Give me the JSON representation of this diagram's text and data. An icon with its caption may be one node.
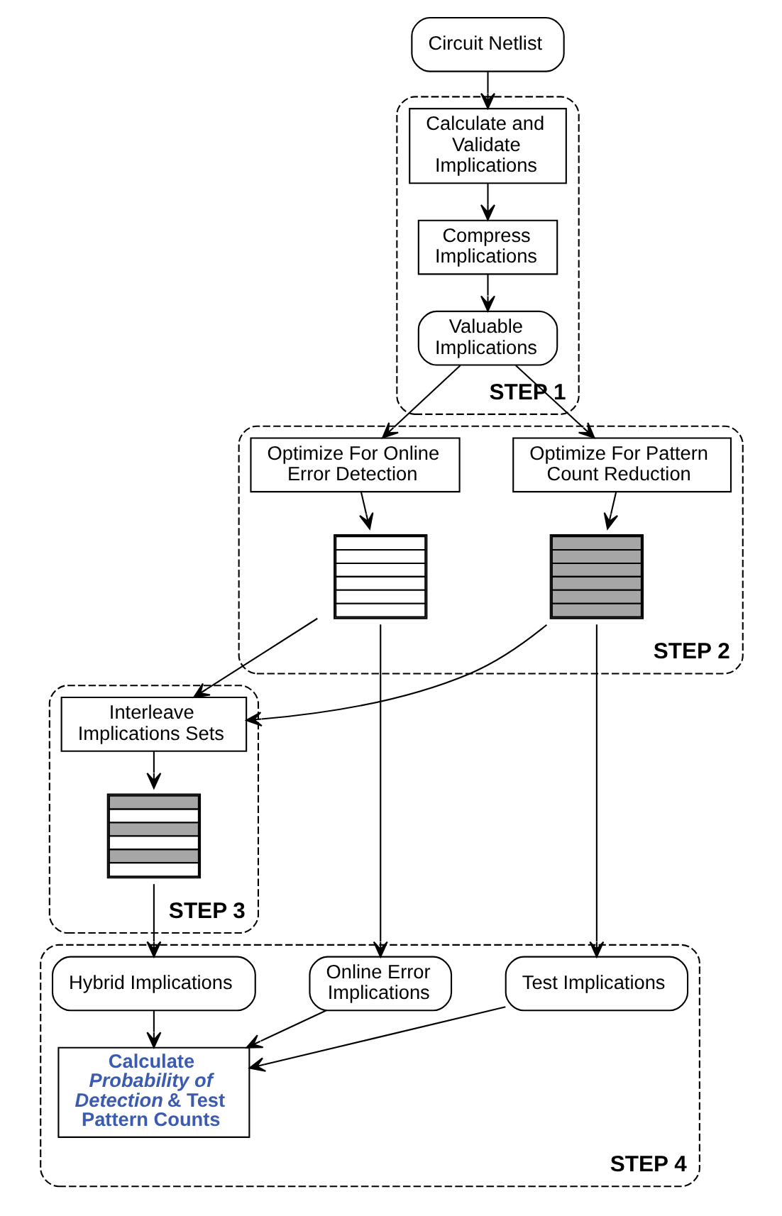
{
  "diagram": {
    "nodes": [
      {
        "text": [
          "Circuit Netlist"
        ]
      },
      {
        "text": [
          "STEP 1"
        ]
      },
      {
        "text": [
          "Calculate and Validate Implications"
        ],
        "in": 1
      },
      {
        "text": [
          "Compress Implications"
        ],
        "in": 1
      },
      {
        "text": [
          "Valuable Implications"
        ],
        "in": 1
      },
      {
        "text": [
          "STEP 2"
        ]
      },
      {
        "text": [
          "Optimize For Online Error Detection"
        ],
        "in": 5
      },
      {
        "text": [
          "Optimize For Pattern Count Reduction"
        ],
        "in": 5
      },
      {
        "text": [],
        "shape": "picture",
        "in": 5
      },
      {
        "text": [],
        "shape": "picture",
        "in": 5
      },
      {
        "text": [
          "STEP 3"
        ]
      },
      {
        "text": [
          "Interleave Implications Sets"
        ],
        "in": 10
      },
      {
        "text": [],
        "shape": "picture",
        "in": 10
      },
      {
        "text": [
          "STEP 4"
        ]
      },
      {
        "text": [
          "Online Error Implications"
        ],
        "in": 13
      },
      {
        "text": [
          "Hybrid Implications"
        ],
        "in": 13
      },
      {
        "text": [
          "Test Implications"
        ],
        "in": 13
      },
      {
        "text": [
          "Calculate *Probability of Detection* & Test Pattern Counts"
        ],
        "in": 13
      }
    ],
    "edges": [
      {
        "from": 0,
        "to": 2,
        "arrow": "to"
      },
      {
        "from": 2,
        "to": 3,
        "arrow": "to"
      },
      {
        "from": 3,
        "to": 4,
        "arrow": "to"
      },
      {
        "from": 4,
        "to": 6,
        "arrow": "to"
      },
      {
        "from": 4,
        "to": 7,
        "arrow": "to"
      },
      {
        "from": 6,
        "to": 8,
        "arrow": "to"
      },
      {
        "from": 7,
        "to": 9,
        "arrow": "to"
      },
      {
        "from": 8,
        "to": 11,
        "arrow": "to"
      },
      {
        "from": 9,
        "to": 11,
        "arrow": "to"
      },
      {
        "from": 11,
        "to": 12,
        "arrow": "to"
      },
      {
        "from": 8,
        "to": 14,
        "arrow": "to"
      },
      {
        "from": 12,
        "to": 15,
        "arrow": "to"
      },
      {
        "from": 9,
        "to": 16,
        "arrow": "to"
      },
      {
        "from": 14,
        "to": 17,
        "arrow": "to"
      },
      {
        "from": 15,
        "to": 17,
        "arrow": "to"
      },
      {
        "from": 16,
        "to": 17,
        "arrow": "to"
      }
    ]
  }
}
